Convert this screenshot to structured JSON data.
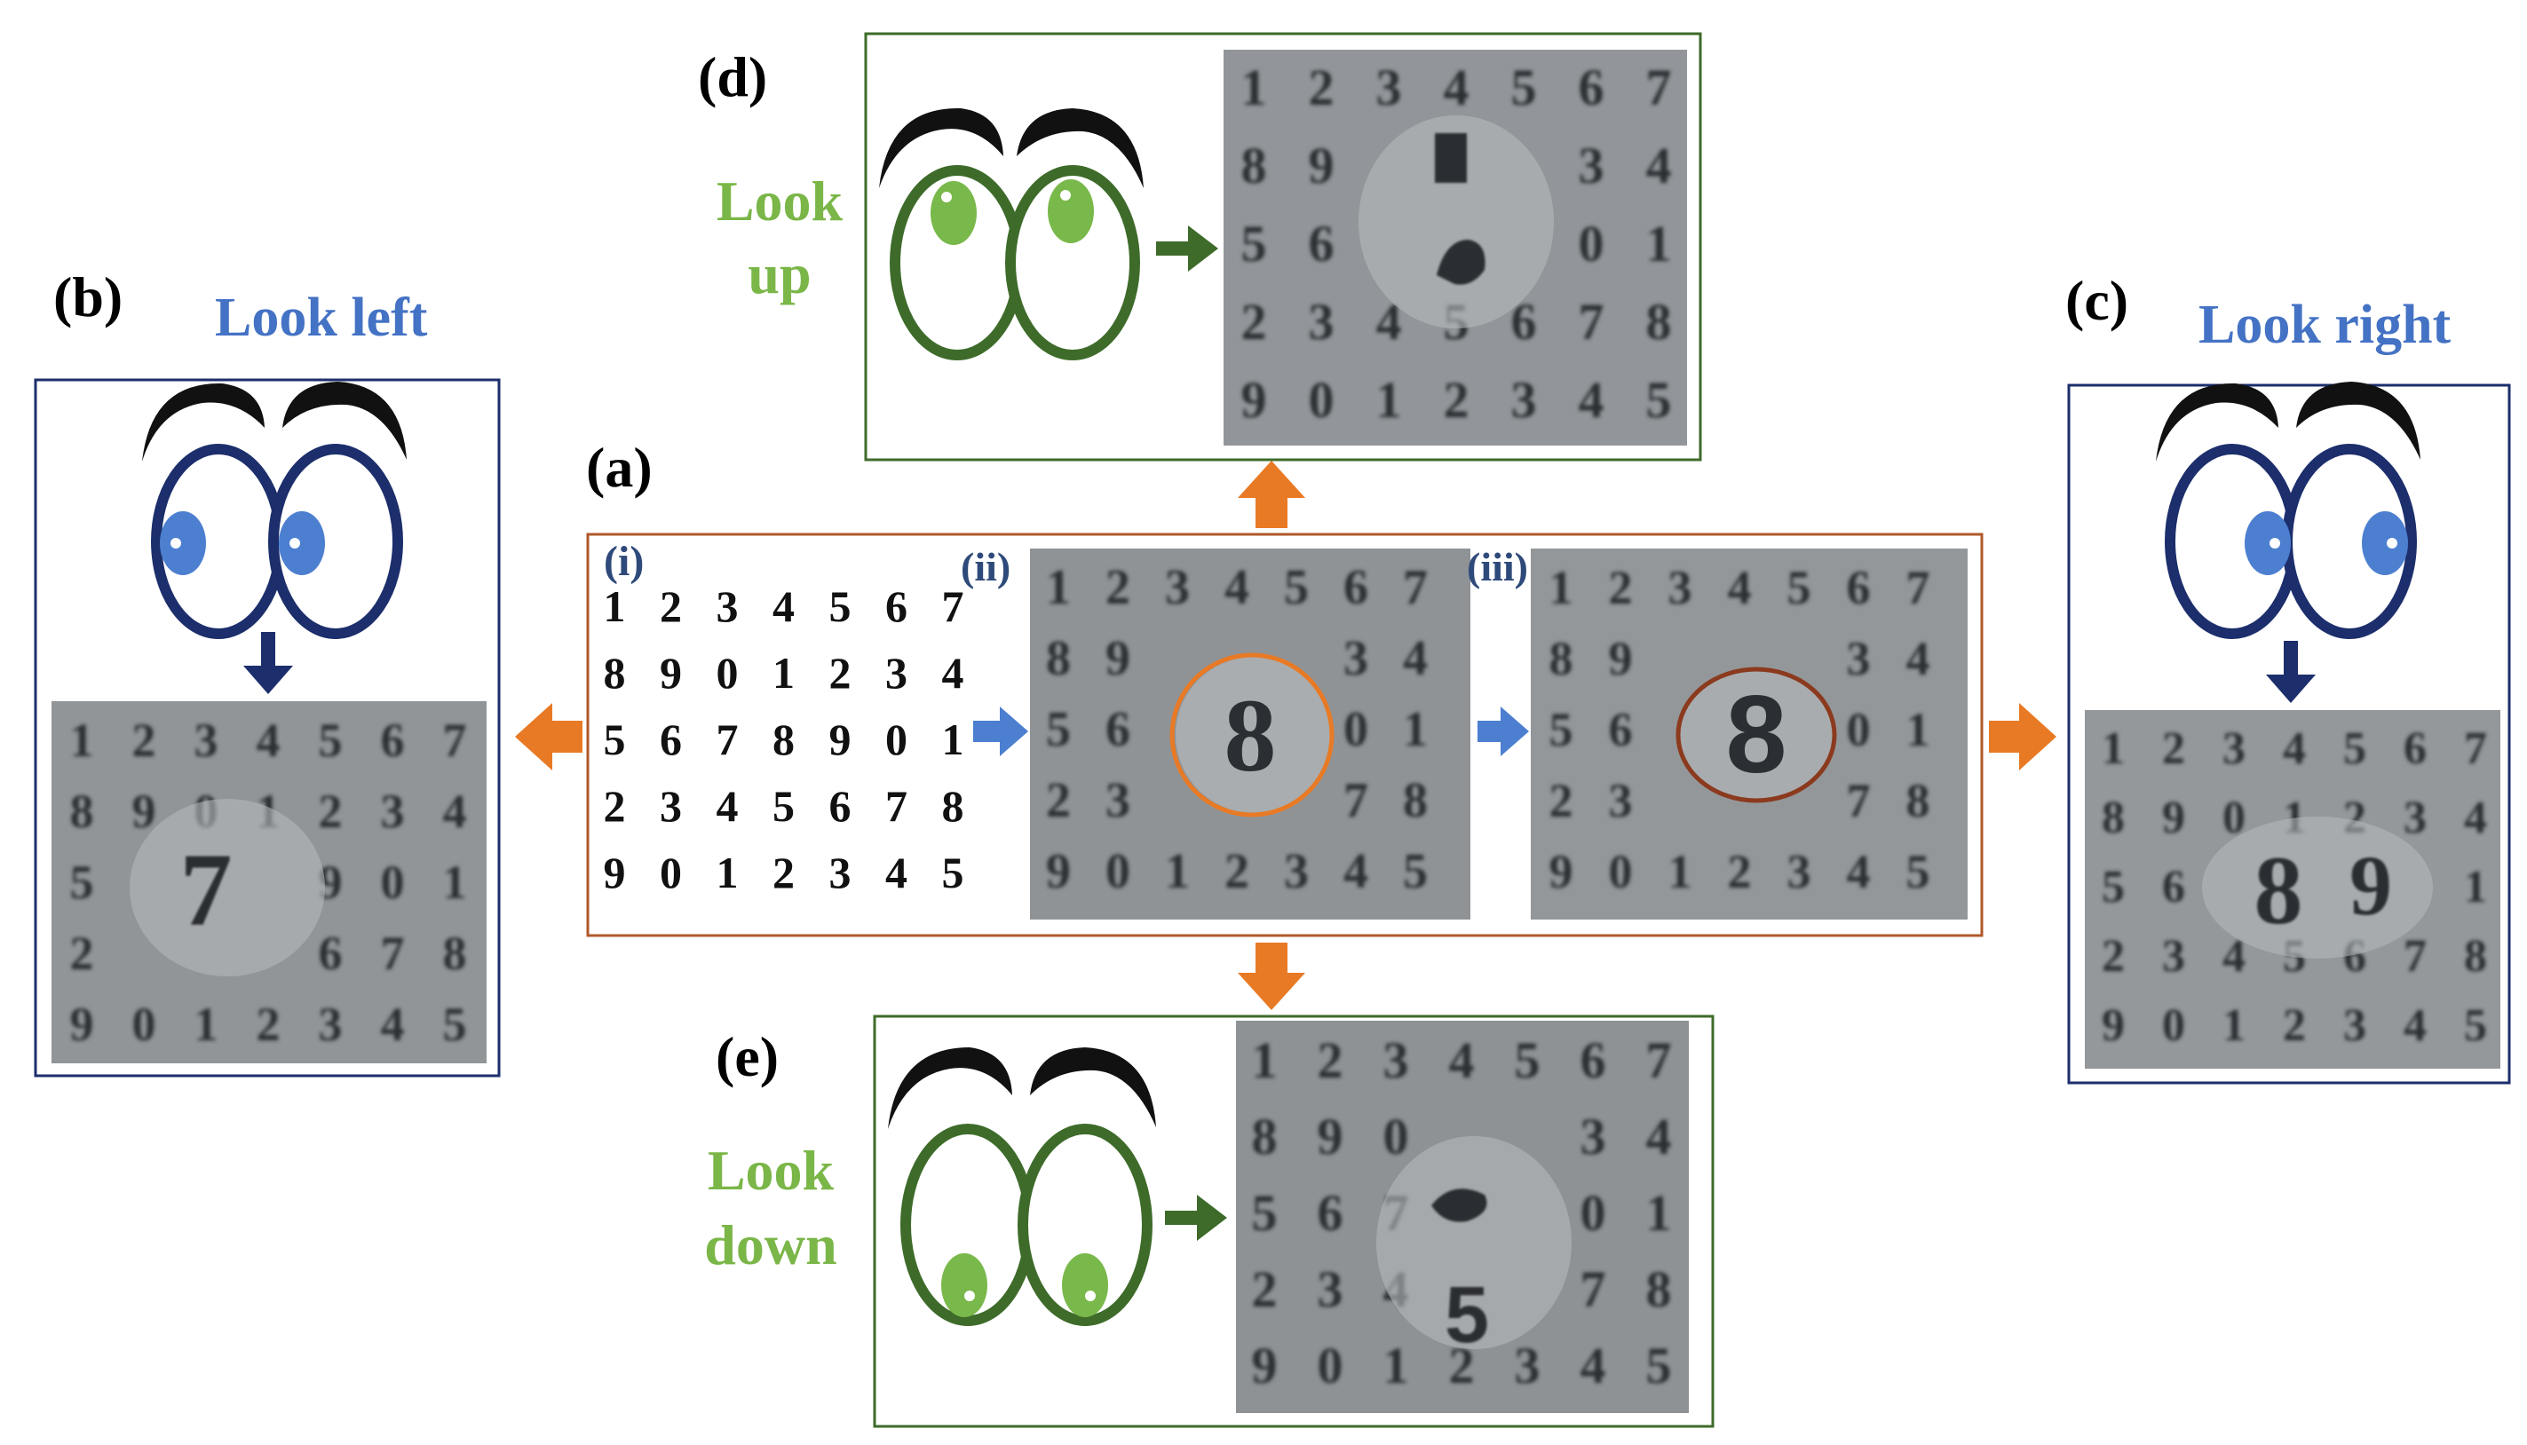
{
  "colors": {
    "orange": "#E87A25",
    "blue_arrow": "#4C7FD0",
    "blue_label": "#4472C4",
    "navy_eye": "#1C2E6B",
    "green_label": "#7AB648",
    "green_eye": "#3E6B2A",
    "green_pupil": "#79B84A",
    "blue_pupil": "#4C7FD0",
    "panel_gray": "#8F9396",
    "digit_dark": "#2B2F33"
  },
  "panels": {
    "a": {
      "label": "(a)",
      "sub_i": "(i)",
      "sub_ii": "(ii)",
      "sub_iii": "(iii)",
      "grid": [
        [
          "1",
          "2",
          "3",
          "4",
          "5",
          "6",
          "7"
        ],
        [
          "8",
          "9",
          "0",
          "1",
          "2",
          "3",
          "4"
        ],
        [
          "5",
          "6",
          "7",
          "8",
          "9",
          "0",
          "1"
        ],
        [
          "2",
          "3",
          "4",
          "5",
          "6",
          "7",
          "8"
        ],
        [
          "9",
          "0",
          "1",
          "2",
          "3",
          "4",
          "5"
        ]
      ],
      "magnified_digit": "8"
    },
    "b": {
      "label": "(b)",
      "caption": "Look left",
      "magnified_digit": "7"
    },
    "c": {
      "label": "(c)",
      "caption": "Look right",
      "magnified_digits": [
        "8",
        "9"
      ]
    },
    "d": {
      "label": "(d)",
      "caption_line1": "Look",
      "caption_line2": "up"
    },
    "e": {
      "label": "(e)",
      "caption_line1": "Look",
      "caption_line2": "down",
      "magnified_digit": "5"
    }
  },
  "icons": [
    "eyes-icon",
    "arrow-icon"
  ]
}
